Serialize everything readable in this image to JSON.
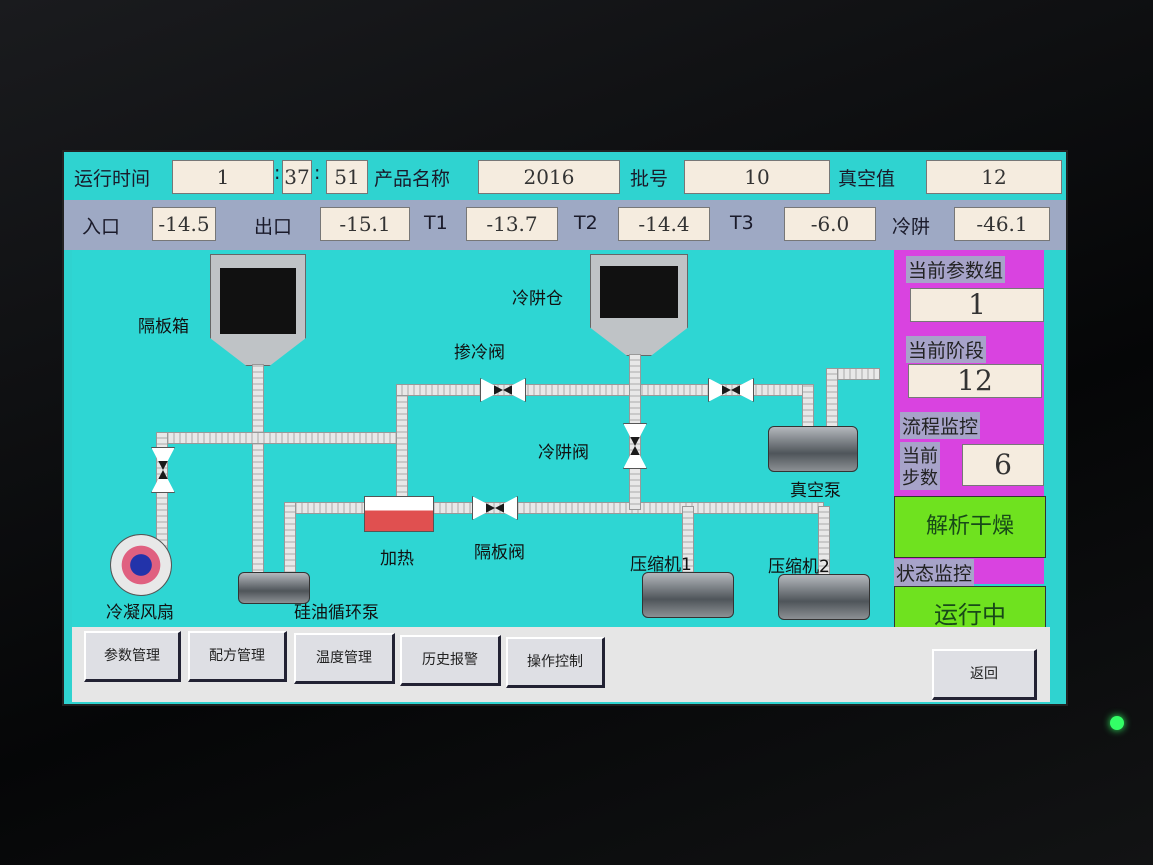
{
  "header": {
    "run_time_label": "运行时间",
    "run_hours": "1",
    "run_minutes": "37",
    "run_seconds": "51",
    "sep": ":",
    "product_label": "产品名称",
    "product": "2016",
    "batch_label": "批号",
    "batch": "10",
    "vacuum_label": "真空值",
    "vacuum": "12"
  },
  "temps": {
    "inlet_label": "入口",
    "inlet": "-14.5",
    "outlet_label": "出口",
    "outlet": "-15.1",
    "t1_label": "T1",
    "t1": "-13.7",
    "t2_label": "T2",
    "t2": "-14.4",
    "t3_label": "T3",
    "t3": "-6.0",
    "cold_trap_label": "冷阱",
    "cold_trap": "-46.1"
  },
  "diagram": {
    "baffle_box": "隔板箱",
    "cold_trap_bin": "冷阱仓",
    "mix_cold_valve": "掺冷阀",
    "cold_trap_valve": "冷阱阀",
    "vacuum_pump": "真空泵",
    "heating": "加热",
    "baffle_valve": "隔板阀",
    "compressor1": "压缩机1",
    "compressor2": "压缩机2",
    "condenser_fan": "冷凝风扇",
    "silicone_pump": "硅油循环泵"
  },
  "right_panel": {
    "param_group_label": "当前参数组",
    "param_group": "1",
    "stage_label": "当前阶段",
    "stage": "12",
    "flow_label": "流程监控",
    "step_label_1": "当前",
    "step_label_2": "步数",
    "step": "6",
    "phase": "解析干燥",
    "status_label": "状态监控",
    "status": "运行中"
  },
  "buttons": {
    "params": "参数管理",
    "recipe": "配方管理",
    "temperature": "温度管理",
    "alarm_history": "历史报警",
    "operation": "操作控制",
    "back": "返回"
  },
  "colors": {
    "background": "#2fd3d0",
    "panel": "#d943e0",
    "status_green": "#6fe21f"
  }
}
